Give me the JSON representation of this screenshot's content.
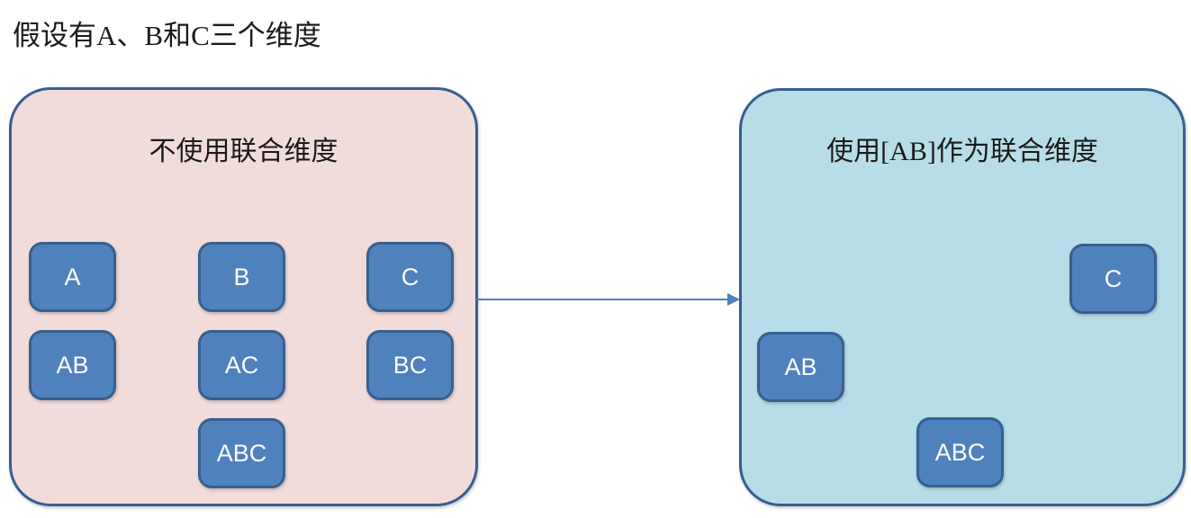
{
  "page": {
    "heading": "假设有A、B和C三个维度"
  },
  "left_panel": {
    "title": "不使用联合维度",
    "boxes": [
      "A",
      "B",
      "C",
      "AB",
      "AC",
      "BC",
      "ABC"
    ]
  },
  "right_panel": {
    "title": "使用[AB]作为联合维度",
    "boxes": [
      "C",
      "AB",
      "ABC"
    ]
  },
  "colors": {
    "box_fill": "#4f81bd",
    "box_border": "#36608f",
    "left_panel_fill": "#f2dcdb",
    "right_panel_fill": "#b7dee8",
    "panel_border": "#365f91",
    "arrow": "#4f81bd"
  }
}
